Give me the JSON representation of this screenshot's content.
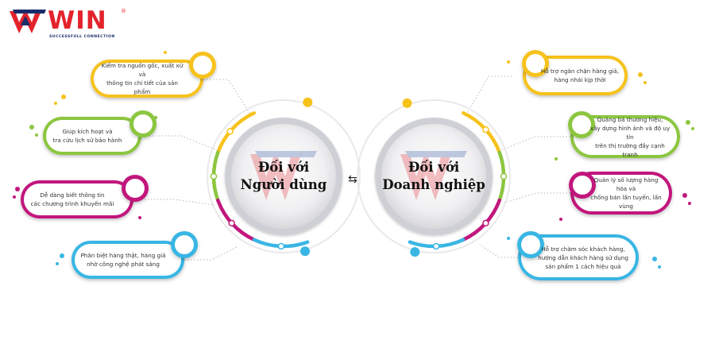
{
  "brand": {
    "name": "WIN",
    "registered": "®",
    "tagline": "SUCCESSFULL CONNECTION"
  },
  "colors": {
    "yellow": "#f6c21c",
    "green": "#8cc63f",
    "magenta": "#c2177d",
    "cyan": "#39b6e4",
    "brand_red": "#e3232c",
    "brand_navy": "#1b2c6b"
  },
  "left_hub": {
    "title": "Đối với\nNgười dùng",
    "items": [
      {
        "color": "yellow",
        "text": "Kiểm tra nguồn gốc, xuất xứ và\nthông tin chi tiết của sản phẩm"
      },
      {
        "color": "green",
        "text": "Giúp kích hoạt và\ntra cứu lịch sử bảo hành"
      },
      {
        "color": "magenta",
        "text": "Dễ dàng biết thông tin\ncác chương trình khuyến mãi"
      },
      {
        "color": "cyan",
        "text": "Phân biệt hàng thật, hàng giả\nnhờ công nghệ phát sáng"
      }
    ]
  },
  "right_hub": {
    "title": "Đối với\nDoanh nghiệp",
    "items": [
      {
        "color": "yellow",
        "text": "Hỗ trợ ngăn chặn hàng giả,\nhàng nhái kịp thời"
      },
      {
        "color": "green",
        "text": "Quảng bá thương hiệu,\nxây dựng hình ảnh và độ uy tín\ntrên thị trường đầy cạnh tranh"
      },
      {
        "color": "magenta",
        "text": "Quản lý số lượng hàng hóa và\nchống bán lấn tuyến, lấn vùng"
      },
      {
        "color": "cyan",
        "text": "Hỗ trợ chăm sóc khách hàng,\nhướng dẫn khách hàng sử dụng\nsản phẩm 1 cách hiệu quả"
      }
    ]
  },
  "connector": "⇆"
}
